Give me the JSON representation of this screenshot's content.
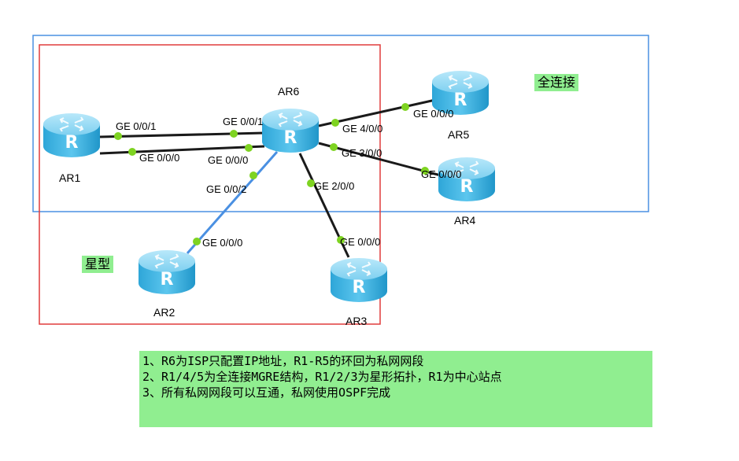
{
  "zones": {
    "full_mesh_label": "全连接",
    "star_label": "星型",
    "colors": {
      "full_mesh_border": "#4a90e2",
      "star_border": "#e03c3c",
      "tag_bg": "#90ee90"
    }
  },
  "routers": {
    "ar1": "AR1",
    "ar2": "AR2",
    "ar3": "AR3",
    "ar4": "AR4",
    "ar5": "AR5",
    "ar6": "AR6",
    "icon_letter": "R"
  },
  "links": {
    "ar1_ar6_a": {
      "ar1_port": "GE 0/0/1",
      "ar6_port": "GE 0/0/1"
    },
    "ar1_ar6_b": {
      "ar1_port": "GE 0/0/0",
      "ar6_port": "GE 0/0/0"
    },
    "ar6_ar5": {
      "ar6_port": "GE 4/0/0",
      "ar5_port": "GE 0/0/0"
    },
    "ar6_ar4": {
      "ar6_port": "GE 3/0/0",
      "ar4_port": "GE 0/0/0"
    },
    "ar6_ar2": {
      "ar6_port": "GE 0/0/2",
      "ar2_port": "GE 0/0/0"
    },
    "ar6_ar3": {
      "ar6_port": "GE 2/0/0",
      "ar3_port": "GE 0/0/0"
    }
  },
  "notes": [
    "1、R6为ISP只配置IP地址，R1-R5的环回为私网网段",
    "2、R1/4/5为全连接MGRE结构，R1/2/3为星形拓扑，R1为中心站点",
    "3、所有私网网段可以互通，私网使用OSPF完成"
  ],
  "colors": {
    "link_black": "#1a1a1a",
    "link_blue": "#4a90e2",
    "port_dot": "#7ed321",
    "router_top": "#7fd0f0",
    "router_side": "#2aa8dc"
  }
}
